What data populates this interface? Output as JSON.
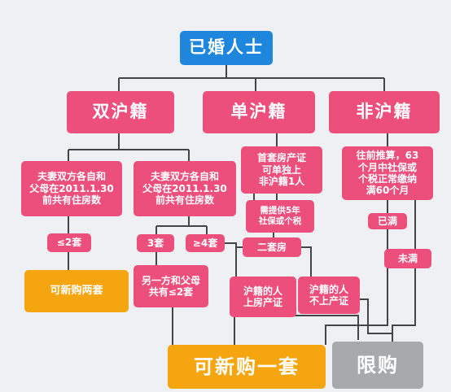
{
  "nodes": {
    "root": "已婚人士",
    "double": "双沪籍",
    "single": "单沪籍",
    "none": "非沪籍",
    "double_left": "夫妻双方各自和\n父母在2011.1.30\n前共有住房数",
    "double_right": "夫妻双方各自和\n父母在2011.1.30\n前共有住房数",
    "single_first": "首套房产证\n可单独上\n非沪籍1人",
    "single_need": "需提供5年\n社保或个税",
    "none_tax": "往前推算，63\n个月中社保或\n个税正常缴纳\n满60个月",
    "le2": "≤2套",
    "three": "3套",
    "ge4": "≥4套",
    "second_home": "二套房",
    "full": "已满",
    "notfull": "未满",
    "can_two": "可新购两套",
    "other_side": "另一方和父母\n共有≤2套",
    "hu_on": "沪籍的人\n上房产证",
    "hu_off": "沪籍的人\n不上产证",
    "can_one": "可新购一套",
    "restrict": "限购"
  },
  "colors": {
    "pink": "#ec4f7c",
    "blue": "#1e86dc",
    "orange": "#f5a50f",
    "gray": "#a7a9ab"
  }
}
